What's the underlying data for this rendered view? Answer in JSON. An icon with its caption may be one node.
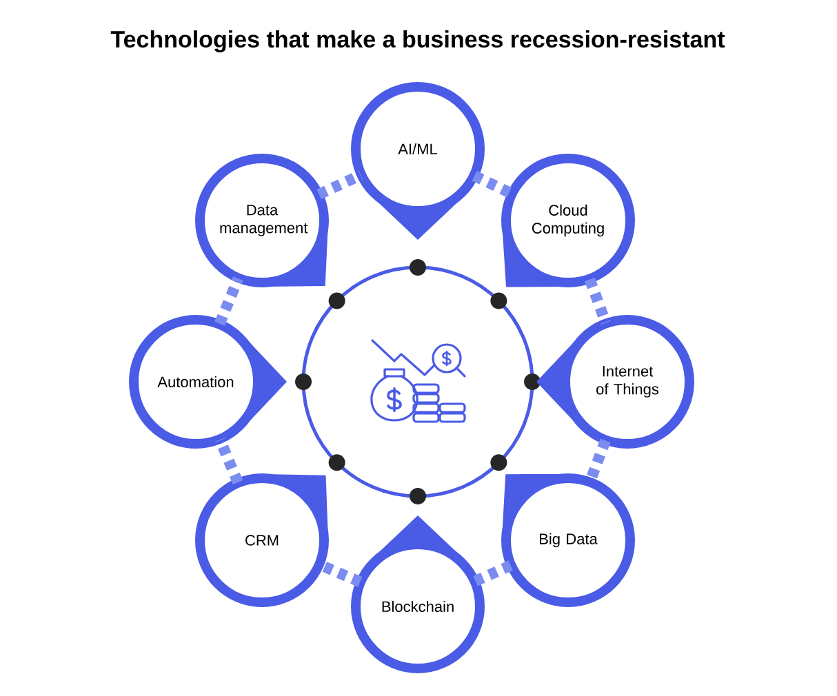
{
  "diagram": {
    "title": "Technologies that make a business recession-resistant",
    "nodes": [
      {
        "text": [],
        "shape": "circle"
      },
      {
        "text": [
          "AI/ML"
        ]
      },
      {
        "text": [
          "Cloud Computing"
        ]
      },
      {
        "text": [
          "Internet of Things"
        ]
      },
      {
        "text": [
          "Big Data"
        ]
      },
      {
        "text": [
          "Blockchain"
        ]
      },
      {
        "text": [
          "CRM"
        ]
      },
      {
        "text": [
          "Automation"
        ]
      },
      {
        "text": [
          "Data management"
        ]
      }
    ],
    "edges": [
      {
        "from": 1,
        "to": 2,
        "arrow": "none",
        "style": "dashed"
      },
      {
        "from": 2,
        "to": 3,
        "arrow": "none",
        "style": "dashed"
      },
      {
        "from": 3,
        "to": 4,
        "arrow": "none",
        "style": "dashed"
      },
      {
        "from": 4,
        "to": 5,
        "arrow": "none",
        "style": "dashed"
      },
      {
        "from": 5,
        "to": 6,
        "arrow": "none",
        "style": "dashed"
      },
      {
        "from": 6,
        "to": 7,
        "arrow": "none",
        "style": "dashed"
      },
      {
        "from": 7,
        "to": 8,
        "arrow": "none",
        "style": "dashed"
      },
      {
        "from": 8,
        "to": 1,
        "arrow": "none",
        "style": "dashed"
      }
    ]
  }
}
